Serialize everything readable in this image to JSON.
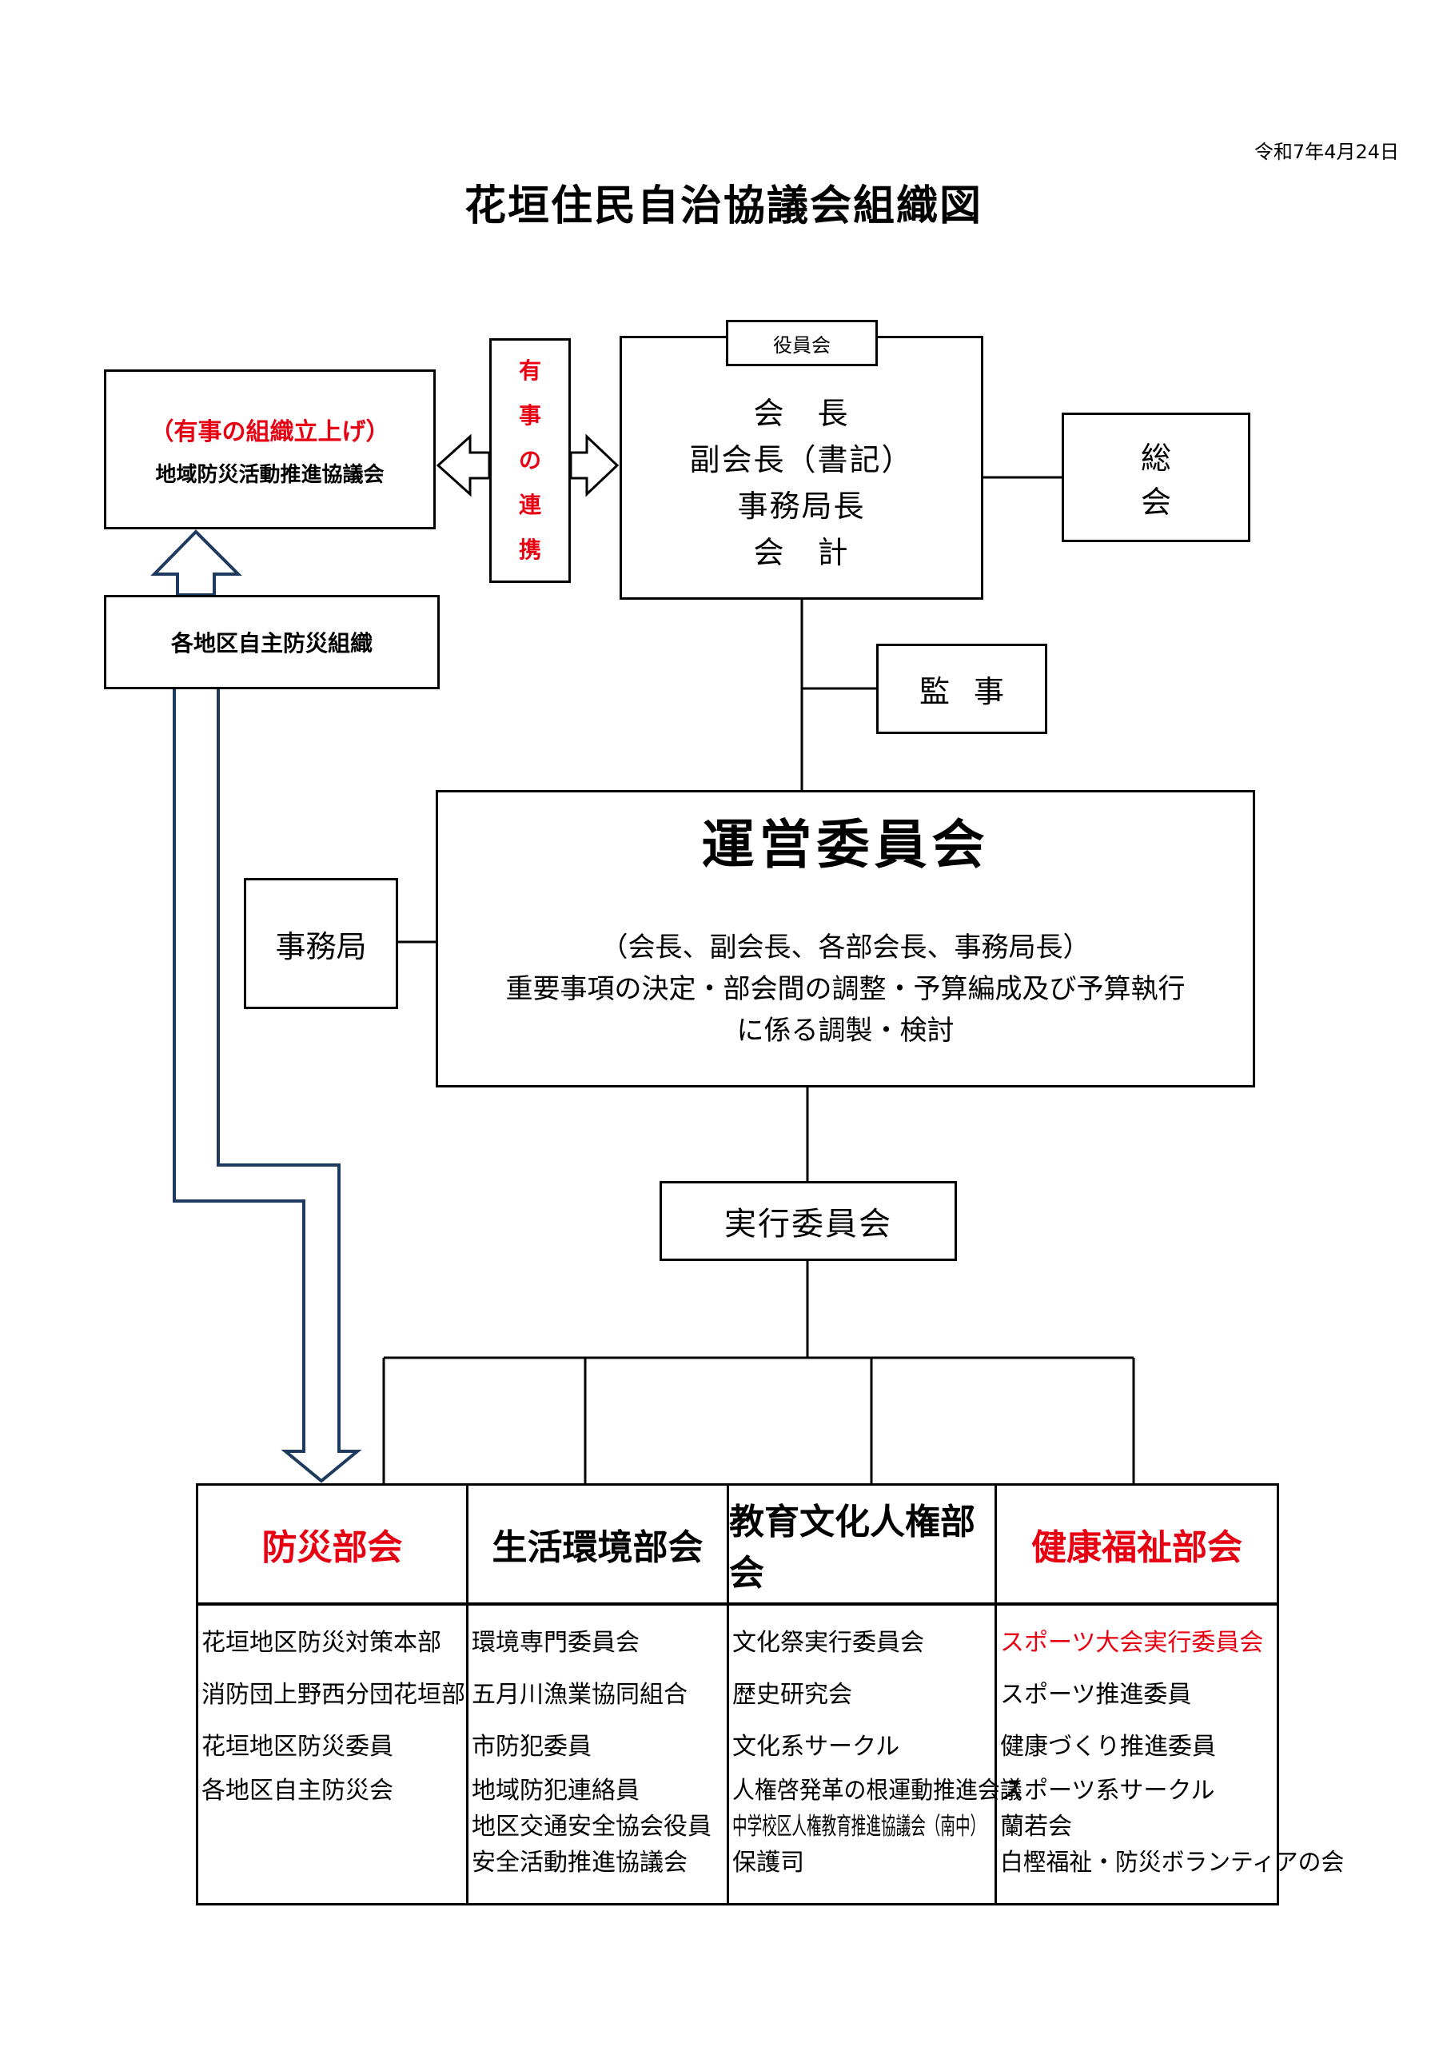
{
  "date": "令和7年4月24日",
  "title": "花垣住民自治協議会組織図",
  "emergency": {
    "title": "（有事の組織立上げ）",
    "subtitle": "地域防災活動推進協議会"
  },
  "link": {
    "chars": [
      "有",
      "事",
      "の",
      "連",
      "携"
    ]
  },
  "officers": {
    "label": "役員会",
    "members": [
      "会　長",
      "副会長（書記）",
      "事務局長",
      "会　計"
    ]
  },
  "general_assembly": "総会",
  "auditor": "監事",
  "local_org": "各地区自主防災組織",
  "steering": {
    "title": "運営委員会",
    "lines": [
      "（会長、副会長、各部会長、事務局長）",
      "重要事項の決定・部会間の調整・予算編成及び予算執行",
      "に係る調製・検討"
    ]
  },
  "secretariat": "事務局",
  "executive": "実行委員会",
  "departments": [
    {
      "name": "防災部会",
      "highlight": true,
      "items": [
        "花垣地区防災対策本部",
        "消防団上野西分団花垣部",
        "花垣地区防災委員",
        "各地区自主防災会"
      ]
    },
    {
      "name": "生活環境部会",
      "highlight": false,
      "items": [
        "環境専門委員会",
        "五月川漁業協同組合",
        "市防犯委員",
        "地域防犯連絡員",
        "地区交通安全協会役員",
        "安全活動推進協議会"
      ]
    },
    {
      "name": "教育文化人権部会",
      "highlight": false,
      "items": [
        "文化祭実行委員会",
        "歴史研究会",
        "文化系サークル",
        "人権啓発革の根運動推進会議",
        "中学校区人権教育推進協議会（南中）",
        "保護司"
      ]
    },
    {
      "name": "健康福祉部会",
      "highlight": true,
      "items": [
        "スポーツ大会実行委員会",
        "スポーツ推進委員",
        "健康づくり推進委員",
        "スポーツ系サークル",
        "蘭若会",
        "白樫福祉・防災ボランティアの会"
      ],
      "highlight_items": [
        0
      ]
    }
  ],
  "colors": {
    "accent_red": "#e60012",
    "arrow_blue": "#1f3a5f"
  }
}
